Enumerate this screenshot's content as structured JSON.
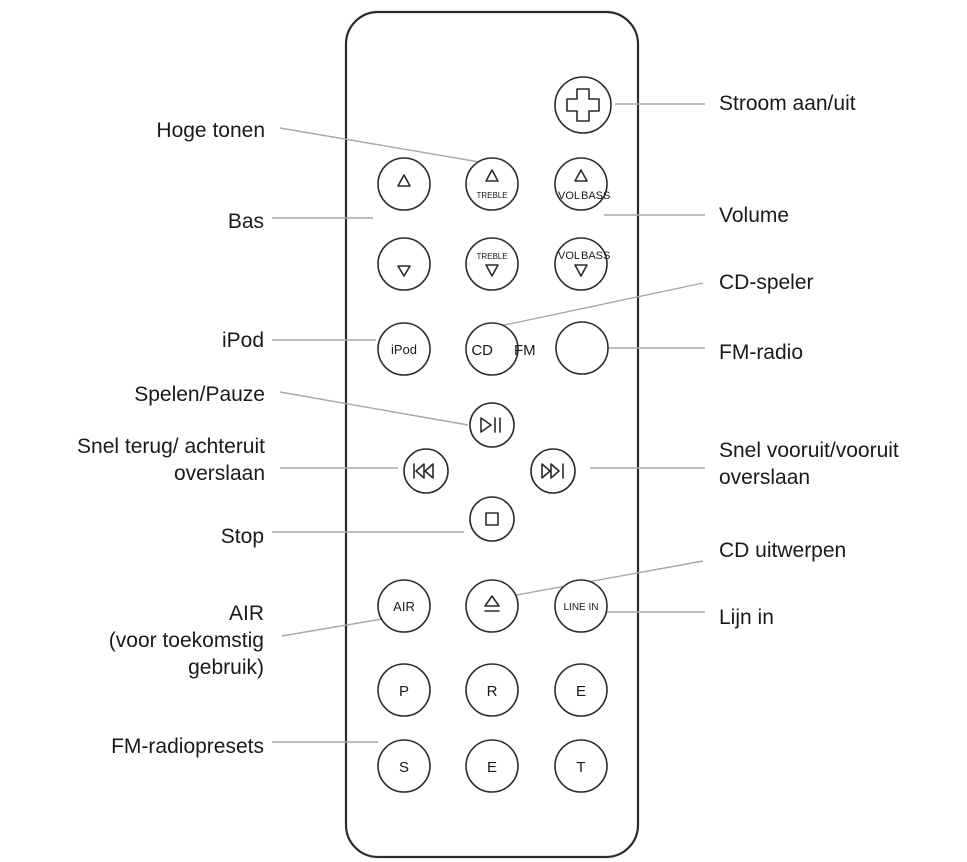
{
  "buttons": {
    "cd": "CD",
    "fm": "FM",
    "ipod": "iPod",
    "treble": "TREBLE",
    "vol": "VOL",
    "bass": "BASS",
    "air": "AIR",
    "line_in": "LINE IN",
    "preset_row1": [
      "P",
      "R",
      "E"
    ],
    "preset_row2": [
      "S",
      "E",
      "T"
    ]
  },
  "labels": {
    "power": "Stroom aan/uit",
    "treble": "Hoge tonen",
    "bass": "Bas",
    "volume": "Volume",
    "cd_player": "CD-speler",
    "ipod": "iPod",
    "fm_radio": "FM-radio",
    "play_pause": "Spelen/Pauze",
    "rewind_line1": "Snel terug/ achteruit",
    "rewind_line2": "overslaan",
    "forward_line1": "Snel vooruit/vooruit",
    "forward_line2": "overslaan",
    "stop": "Stop",
    "eject": "CD uitwerpen",
    "line_in": "Lijn in",
    "air_line1": "AIR",
    "air_line2": "(voor toekomstig",
    "air_line3": "gebruik)",
    "presets": "FM-radiopresets"
  }
}
